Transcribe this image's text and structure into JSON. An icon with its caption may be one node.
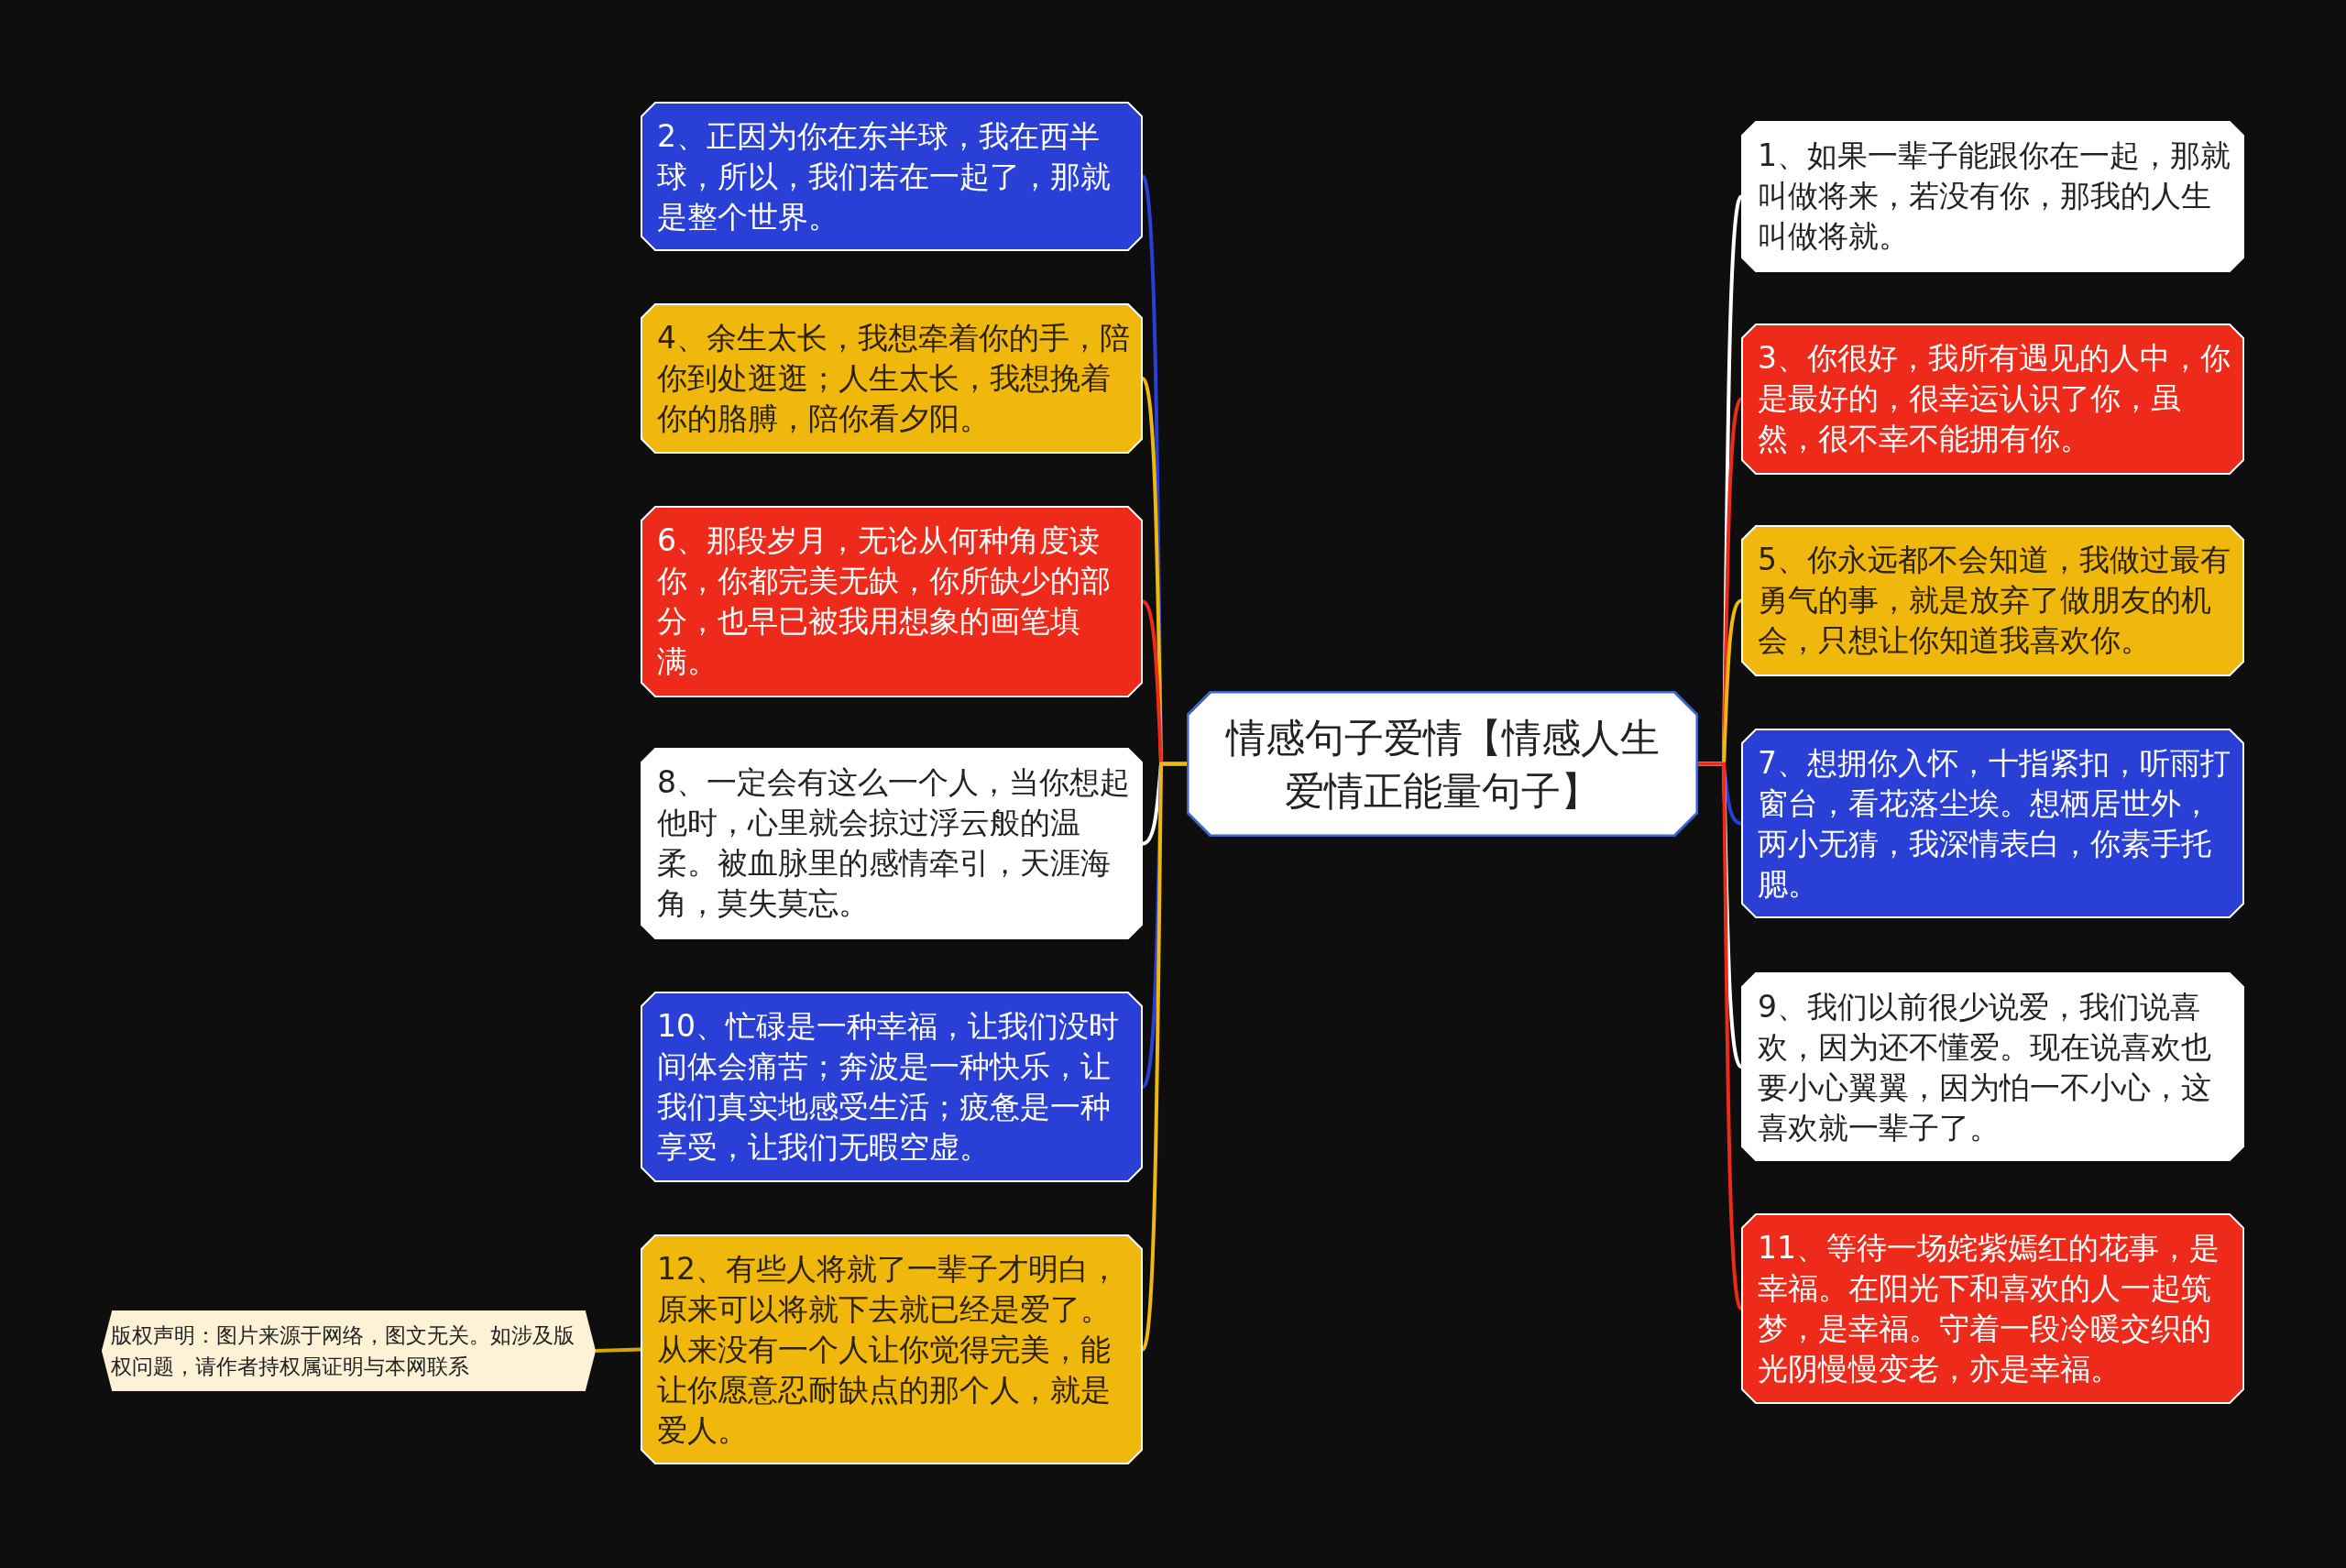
{
  "diagram": {
    "nodes": [
      {
        "text": [
          "情感句子爱情【情感人生爱情正能量句子】"
        ]
      },
      {
        "text": [
          "1、如果一辈子能跟你在一起，那就叫做将来，若没有你，那我的人生叫做将就。"
        ]
      },
      {
        "text": [
          "2、正因为你在东半球，我在西半球，所以，我们若在一起了，那就是整个世界。"
        ]
      },
      {
        "text": [
          "3、你很好，我所有遇见的人中，你是最好的，很幸运认识了你，虽然，很不幸不能拥有你。"
        ]
      },
      {
        "text": [
          "4、余生太长，我想牵着你的手，陪你到处逛逛；人生太长，我想挽着你的胳膊，陪你看夕阳。"
        ]
      },
      {
        "text": [
          "5、你永远都不会知道，我做过最有勇气的事，就是放弃了做朋友的机会，只想让你知道我喜欢你。"
        ]
      },
      {
        "text": [
          "6、那段岁月，无论从何种角度读你，你都完美无缺，你所缺少的部分，也早已被我用想象的画笔填满。"
        ]
      },
      {
        "text": [
          "7、想拥你入怀，十指紧扣，听雨打窗台，看花落尘埃。想栖居世外，两小无猜，我深情表白，你素手托腮。"
        ]
      },
      {
        "text": [
          "8、一定会有这么一个人，当你想起他时，心里就会掠过浮云般的温柔。被血脉里的感情牵引，天涯海角，莫失莫忘。"
        ]
      },
      {
        "text": [
          "9、我们以前很少说爱，我们说喜欢，因为还不懂爱。现在说喜欢也要小心翼翼，因为怕一不小心，这喜欢就一辈子了。"
        ]
      },
      {
        "text": [
          "10、忙碌是一种幸福，让我们没时间体会痛苦；奔波是一种快乐，让我们真实地感受生活；疲惫是一种享受，让我们无暇空虚。"
        ]
      },
      {
        "text": [
          "11、等待一场姹紫嫣红的花事，是幸福。在阳光下和喜欢的人一起筑梦，是幸福。守着一段冷暖交织的光阴慢慢变老，亦是幸福。"
        ]
      },
      {
        "text": [
          "12、有些人将就了一辈子才明白，原来可以将就下去就已经是爱了。从来没有一个人让你觉得完美，能让你愿意忍耐缺点的那个人，就是爱人。"
        ]
      },
      {
        "text": [
          "版权声明：图片来源于网络，图文无关。如涉及版权问题，请作者持权属证明与本网联系"
        ]
      }
    ],
    "edges": [
      {
        "from": 0,
        "to": 1,
        "arrow": "none",
        "color": "#ffffff"
      },
      {
        "from": 0,
        "to": 2,
        "arrow": "none",
        "color": "#2a3fd6"
      },
      {
        "from": 0,
        "to": 3,
        "arrow": "none",
        "color": "#ee2a1a"
      },
      {
        "from": 0,
        "to": 4,
        "arrow": "none",
        "color": "#f0b70c"
      },
      {
        "from": 0,
        "to": 5,
        "arrow": "none",
        "color": "#f0b70c"
      },
      {
        "from": 0,
        "to": 6,
        "arrow": "none",
        "color": "#ee2a1a"
      },
      {
        "from": 0,
        "to": 7,
        "arrow": "none",
        "color": "#2a3fd6"
      },
      {
        "from": 0,
        "to": 8,
        "arrow": "none",
        "color": "#ffffff"
      },
      {
        "from": 0,
        "to": 9,
        "arrow": "none",
        "color": "#ffffff"
      },
      {
        "from": 0,
        "to": 10,
        "arrow": "none",
        "color": "#2a3fd6"
      },
      {
        "from": 0,
        "to": 11,
        "arrow": "none",
        "color": "#ee2a1a"
      },
      {
        "from": 0,
        "to": 12,
        "arrow": "none",
        "color": "#f0b70c"
      },
      {
        "from": 12,
        "to": 13,
        "arrow": "none",
        "color": "#d9a300"
      }
    ]
  }
}
